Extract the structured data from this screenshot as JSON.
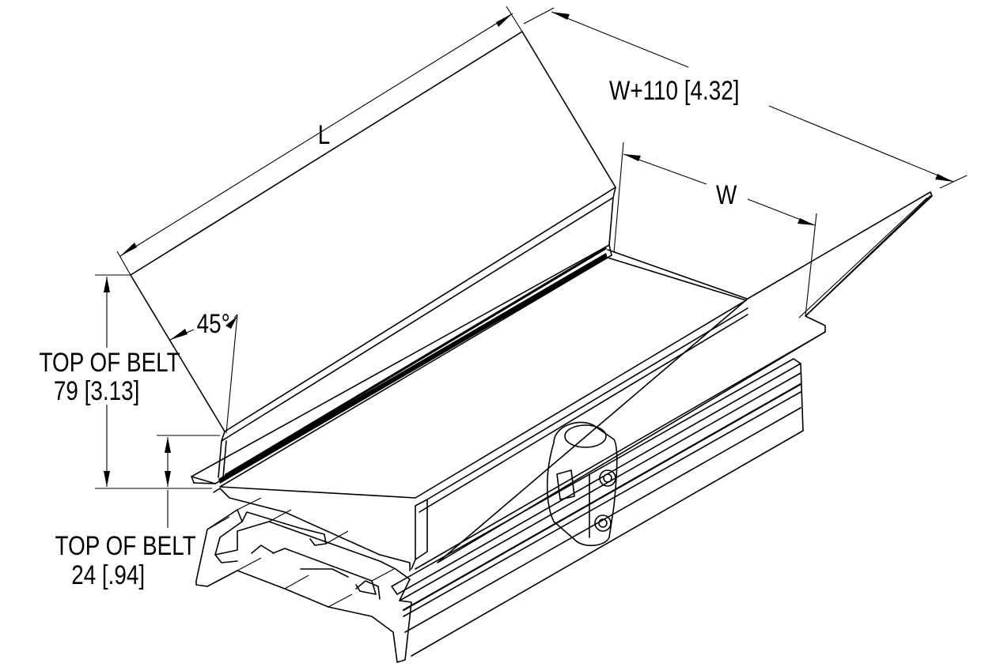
{
  "labels": {
    "length": "L",
    "overall_width": "W+110 [4.32]",
    "width": "W",
    "angle": "45°",
    "top_of_belt_high_1": "TOP OF BELT",
    "top_of_belt_high_2": "79 [3.13]",
    "top_of_belt_low_1": "TOP OF BELT",
    "top_of_belt_low_2": "24 [.94]"
  }
}
